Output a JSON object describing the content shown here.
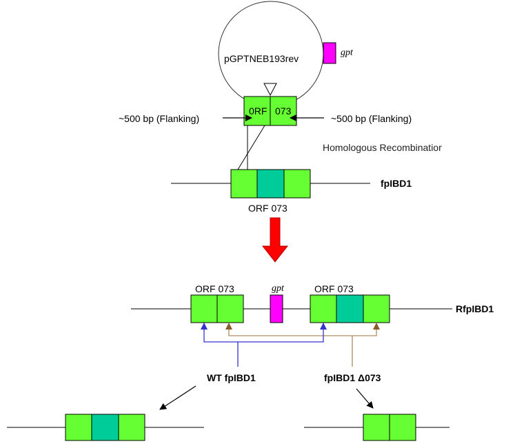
{
  "plasmid": {
    "name": "pGPTNEB193rev",
    "marker": "gpt",
    "insert_left": "0RF",
    "insert_right": "073",
    "flank_left": "~500 bp (Flanking)",
    "flank_right": "~500 bp (Flanking)"
  },
  "process_label": "Homologous Recombinatior",
  "genome": {
    "name": "fpIBD1",
    "orf_label": "ORF 073"
  },
  "recombinant": {
    "name": "RfpIBD1",
    "orf_label_left": "ORF 073",
    "orf_label_right": "ORF 073",
    "marker": "gpt"
  },
  "outcomes": {
    "wt_label": "WT fpIBD1",
    "deletion_label": "fpIBD1 Δ073"
  },
  "colors": {
    "flank_green": "#66ff33",
    "orf_teal": "#00cc99",
    "marker_magenta": "#ff00ff",
    "arrow_red": "#ff0000",
    "wt_path_blue": "#3333cc",
    "deletion_path_brown": "#b08a60"
  }
}
